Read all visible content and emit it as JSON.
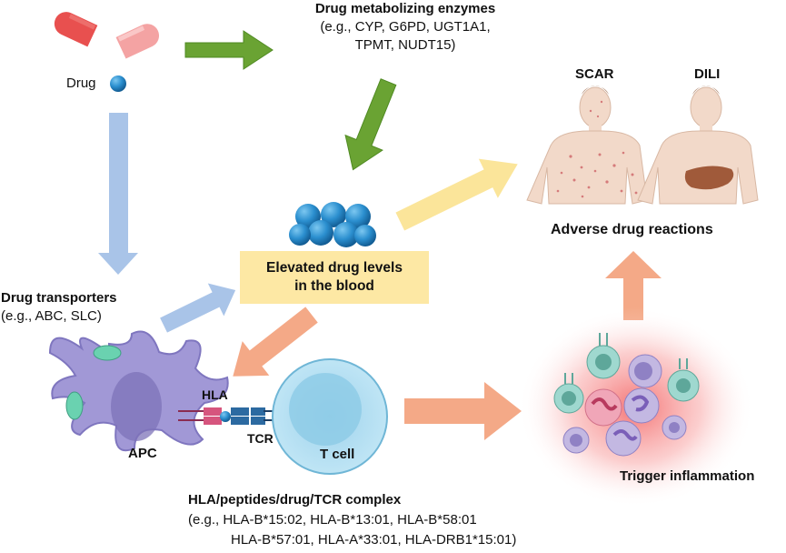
{
  "labels": {
    "drug": "Drug",
    "enzymes_title": "Drug metabolizing enzymes",
    "enzymes_line1": "(e.g., CYP, G6PD, UGT1A1,",
    "enzymes_line2": "TPMT, NUDT15)",
    "scar": "SCAR",
    "dili": "DILI",
    "adverse": "Adverse drug reactions",
    "elevated_line1": "Elevated drug levels",
    "elevated_line2": "in the blood",
    "transporters_title": "Drug transporters",
    "transporters_examples": "(e.g., ABC, SLC)",
    "hla": "HLA",
    "tcr": "TCR",
    "apc": "APC",
    "tcell": "T cell",
    "trigger": "Trigger inflammation",
    "complex_title": "HLA/peptides/drug/TCR complex",
    "complex_line1": "(e.g., HLA-B*15:02, HLA-B*13:01, HLA-B*58:01",
    "complex_line2": "HLA-B*57:01, HLA-A*33:01, HLA-DRB1*15:01)"
  },
  "colors": {
    "green_arrow": "#6aa333",
    "blue_arrow": "#a9c4e8",
    "yellow_arrow": "#fbe59a",
    "orange_arrow": "#f4a987",
    "capsule_red": "#e8504f",
    "capsule_pink": "#f4a3a3",
    "drug_blue": "#2b8fcf",
    "highlight": "#fde8a4",
    "apc_purple": "#9d93d0",
    "tcell_blue": "#a7d8ee",
    "inflammation": "#f25c5c"
  }
}
